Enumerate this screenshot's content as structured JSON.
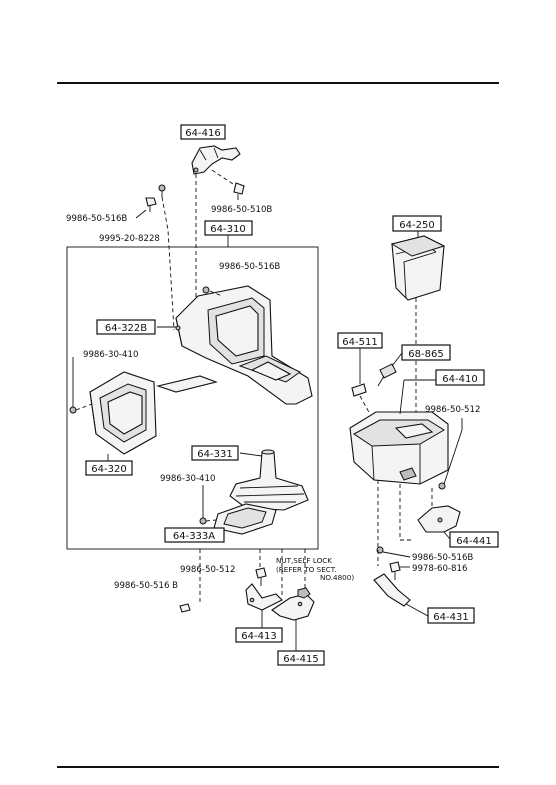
{
  "part_numbers": {
    "p64_416": "64-416",
    "p64_310": "64-310",
    "p64_322b": "64-322B",
    "p64_320": "64-320",
    "p64_331": "64-331",
    "p64_333a": "64-333A",
    "p64_413": "64-413",
    "p64_415": "64-415",
    "p64_250": "64-250",
    "p64_511": "64-511",
    "p68_865": "68-865",
    "p64_410": "64-410",
    "p64_441": "64-441",
    "p64_431": "64-431"
  },
  "fasteners": {
    "f9986_50_516b_a": "9986-50-516B",
    "f9995_20_8228": "9995-20-8228",
    "f9986_50_510b": "9986-50-510B",
    "f9986_50_516b_b": "9986-50-516B",
    "f9986_30_410_a": "9986-30-410",
    "f9986_30_410_b": "9986-30-410",
    "f9986_50_512_a": "9986-50-512",
    "f9986_50_516b_c": "9986-50-516 B",
    "f9986_50_512_b": "9986-50-512",
    "f9986_50_516b_d": "9986-50-516B",
    "f9978_60_816": "9978-60-816"
  },
  "note": {
    "line1": "NUT,SELF LOCK",
    "line2": "(REFER TO SECT.",
    "line3": "NO.4800)"
  }
}
